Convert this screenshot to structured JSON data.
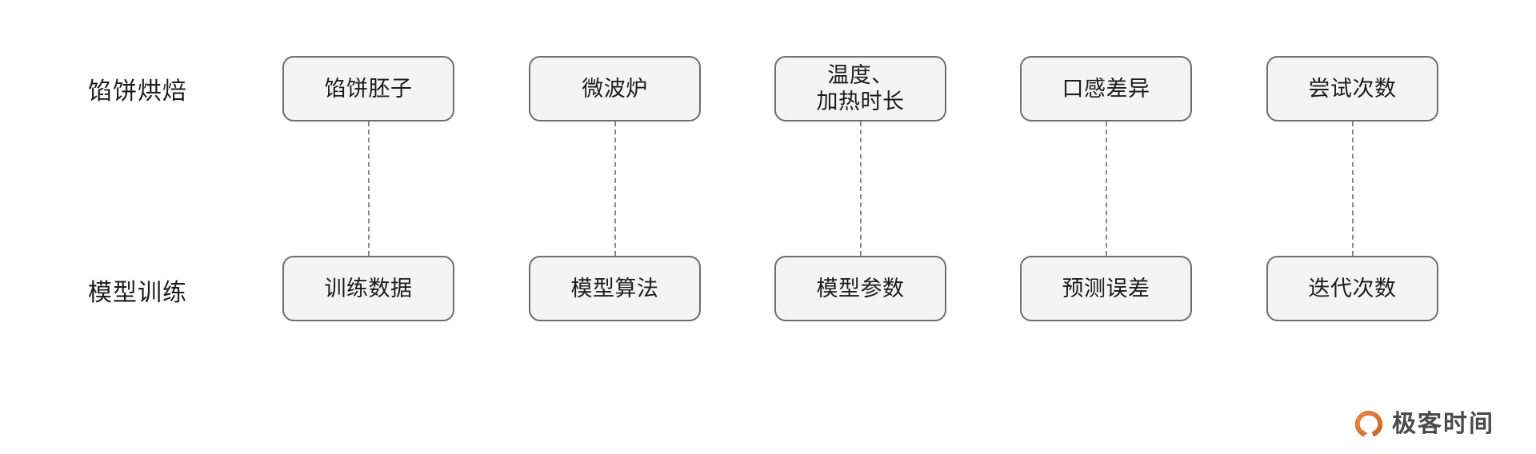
{
  "diagram": {
    "rows": [
      {
        "label": "馅饼烘焙",
        "nodes": [
          {
            "text": "馅饼胚子"
          },
          {
            "text": "微波炉"
          },
          {
            "text": "温度、\n加热时长"
          },
          {
            "text": "口感差异"
          },
          {
            "text": "尝试次数"
          }
        ]
      },
      {
        "label": "模型训练",
        "nodes": [
          {
            "text": "训练数据"
          },
          {
            "text": "模型算法"
          },
          {
            "text": "模型参数"
          },
          {
            "text": "预测误差"
          },
          {
            "text": "迭代次数"
          }
        ]
      }
    ],
    "connectors": [
      {
        "column": 0
      },
      {
        "column": 1
      },
      {
        "column": 2
      },
      {
        "column": 3
      },
      {
        "column": 4
      }
    ],
    "colors": {
      "background": "#ffffff",
      "node_fill": "#f4f4f4",
      "node_border": "#6e6e6e",
      "connector": "#8a8a8a",
      "text": "#1c1c1c",
      "logo_orange": "#d9762b",
      "logo_text": "#4a4a4a"
    }
  },
  "watermark": {
    "text": "极客时间",
    "icon": "geek-time-logo-icon"
  }
}
